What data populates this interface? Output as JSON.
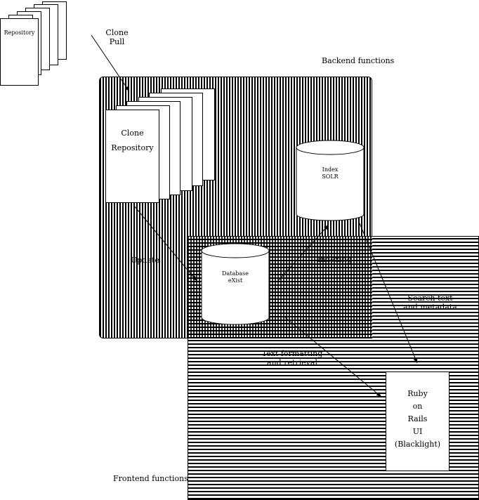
{
  "repository": {
    "label": "Repository"
  },
  "clone_pull": {
    "line1": "Clone",
    "line2": "Pull"
  },
  "backend": {
    "label": "Backend functions"
  },
  "clone_repository": {
    "line1": "Clone",
    "line2": "Repository"
  },
  "index": {
    "line1": "Index",
    "line2": "SOLR"
  },
  "database": {
    "line1": "Database",
    "line2": "eXist"
  },
  "update": {
    "label": "Update"
  },
  "indexing": {
    "label": "Indexing"
  },
  "search_text": {
    "line1": "Search text",
    "line2": "and metadata"
  },
  "text_formatting": {
    "line1": "Text formatting",
    "line2": "and retrieval"
  },
  "frontend": {
    "label": "Frontend functions"
  },
  "ui": {
    "line1": "Ruby",
    "line2": "on",
    "line3": "Rails",
    "line4": "UI",
    "line5": "(Blacklight)"
  }
}
